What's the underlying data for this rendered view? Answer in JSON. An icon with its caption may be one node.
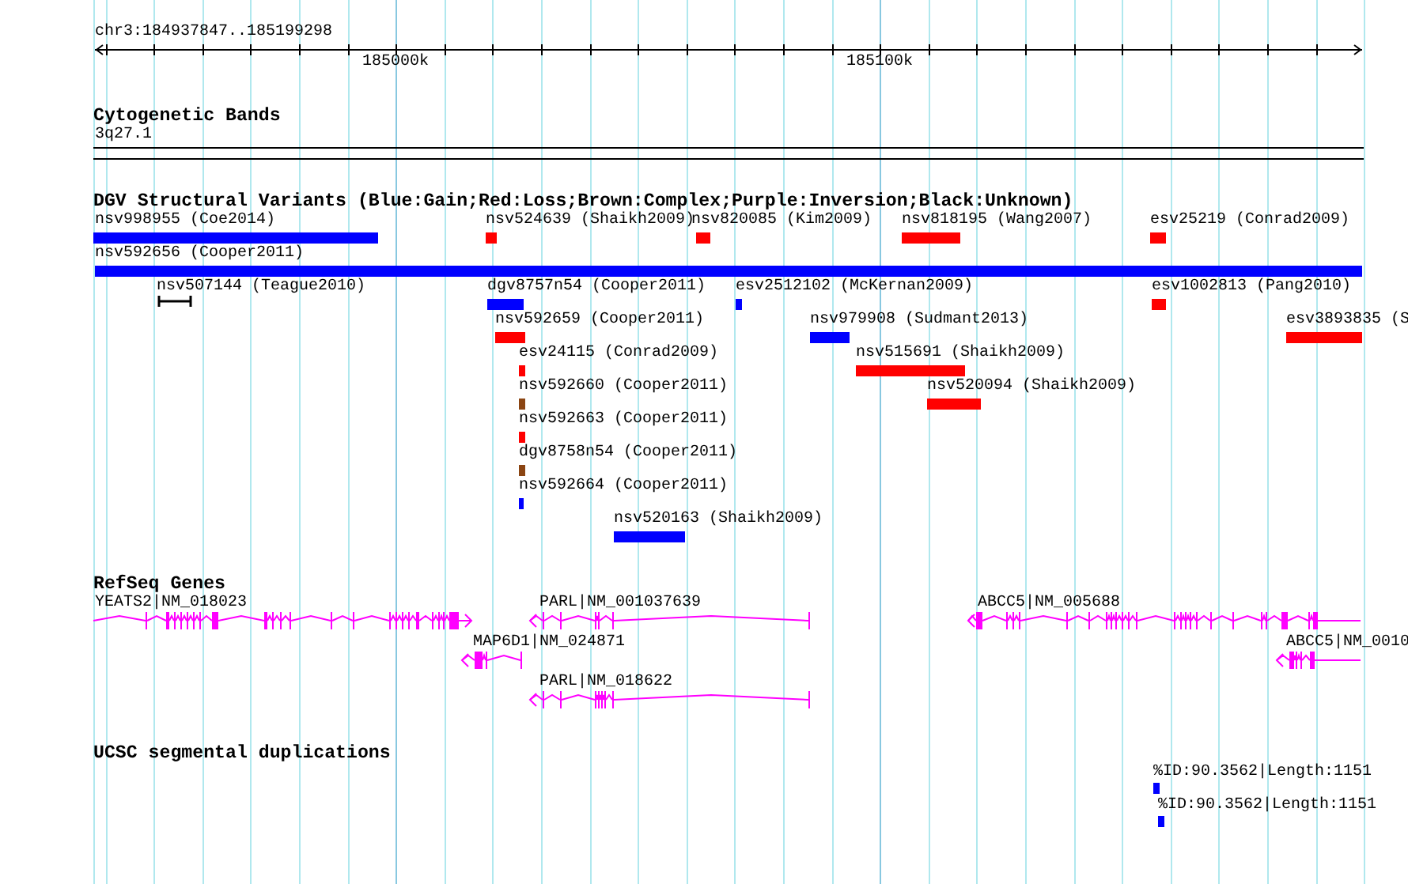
{
  "diagram": {
    "labels": [
      "chr3:184937847..185199298",
      "185000k",
      "185100k",
      "Cytogenetic Bands",
      "3q27.1",
      "DGV Structural Variants (Blue:Gain;Red:Loss;Brown:Complex;Purple:Inversion;Black:Unknown)",
      "nsv998955 (Coe2014)",
      "nsv524639 (Shaikh2009)",
      "nsv820085 (Kim2009)",
      "nsv818195 (Wang2007)",
      "esv25219 (Conrad2009)",
      "nsv592656 (Cooper2011)",
      "nsv507144 (Teague2010)",
      "dgv8757n54 (Cooper2011)",
      "esv2512102 (McKernan2009)",
      "esv1002813 (Pang2010)",
      "nsv592659 (Cooper2011)",
      "nsv979908 (Sudmant2013)",
      "esv3893835 (S",
      "esv24115 (Conrad2009)",
      "nsv515691 (Shaikh2009)",
      "nsv592660 (Cooper2011)",
      "nsv520094 (Shaikh2009)",
      "nsv592663 (Cooper2011)",
      "dgv8758n54 (Cooper2011)",
      "nsv592664 (Cooper2011)",
      "nsv520163 (Shaikh2009)",
      "RefSeq Genes",
      "YEATS2|NM_018023",
      "PARL|NM_001037639",
      "ABCC5|NM_005688",
      "MAP6D1|NM_024871",
      "ABCC5|NM_0010",
      "PARL|NM_018622",
      "UCSC segmental duplications",
      "%ID:90.3562|Length:1151",
      "%ID:90.3562|Length:1151"
    ]
  }
}
